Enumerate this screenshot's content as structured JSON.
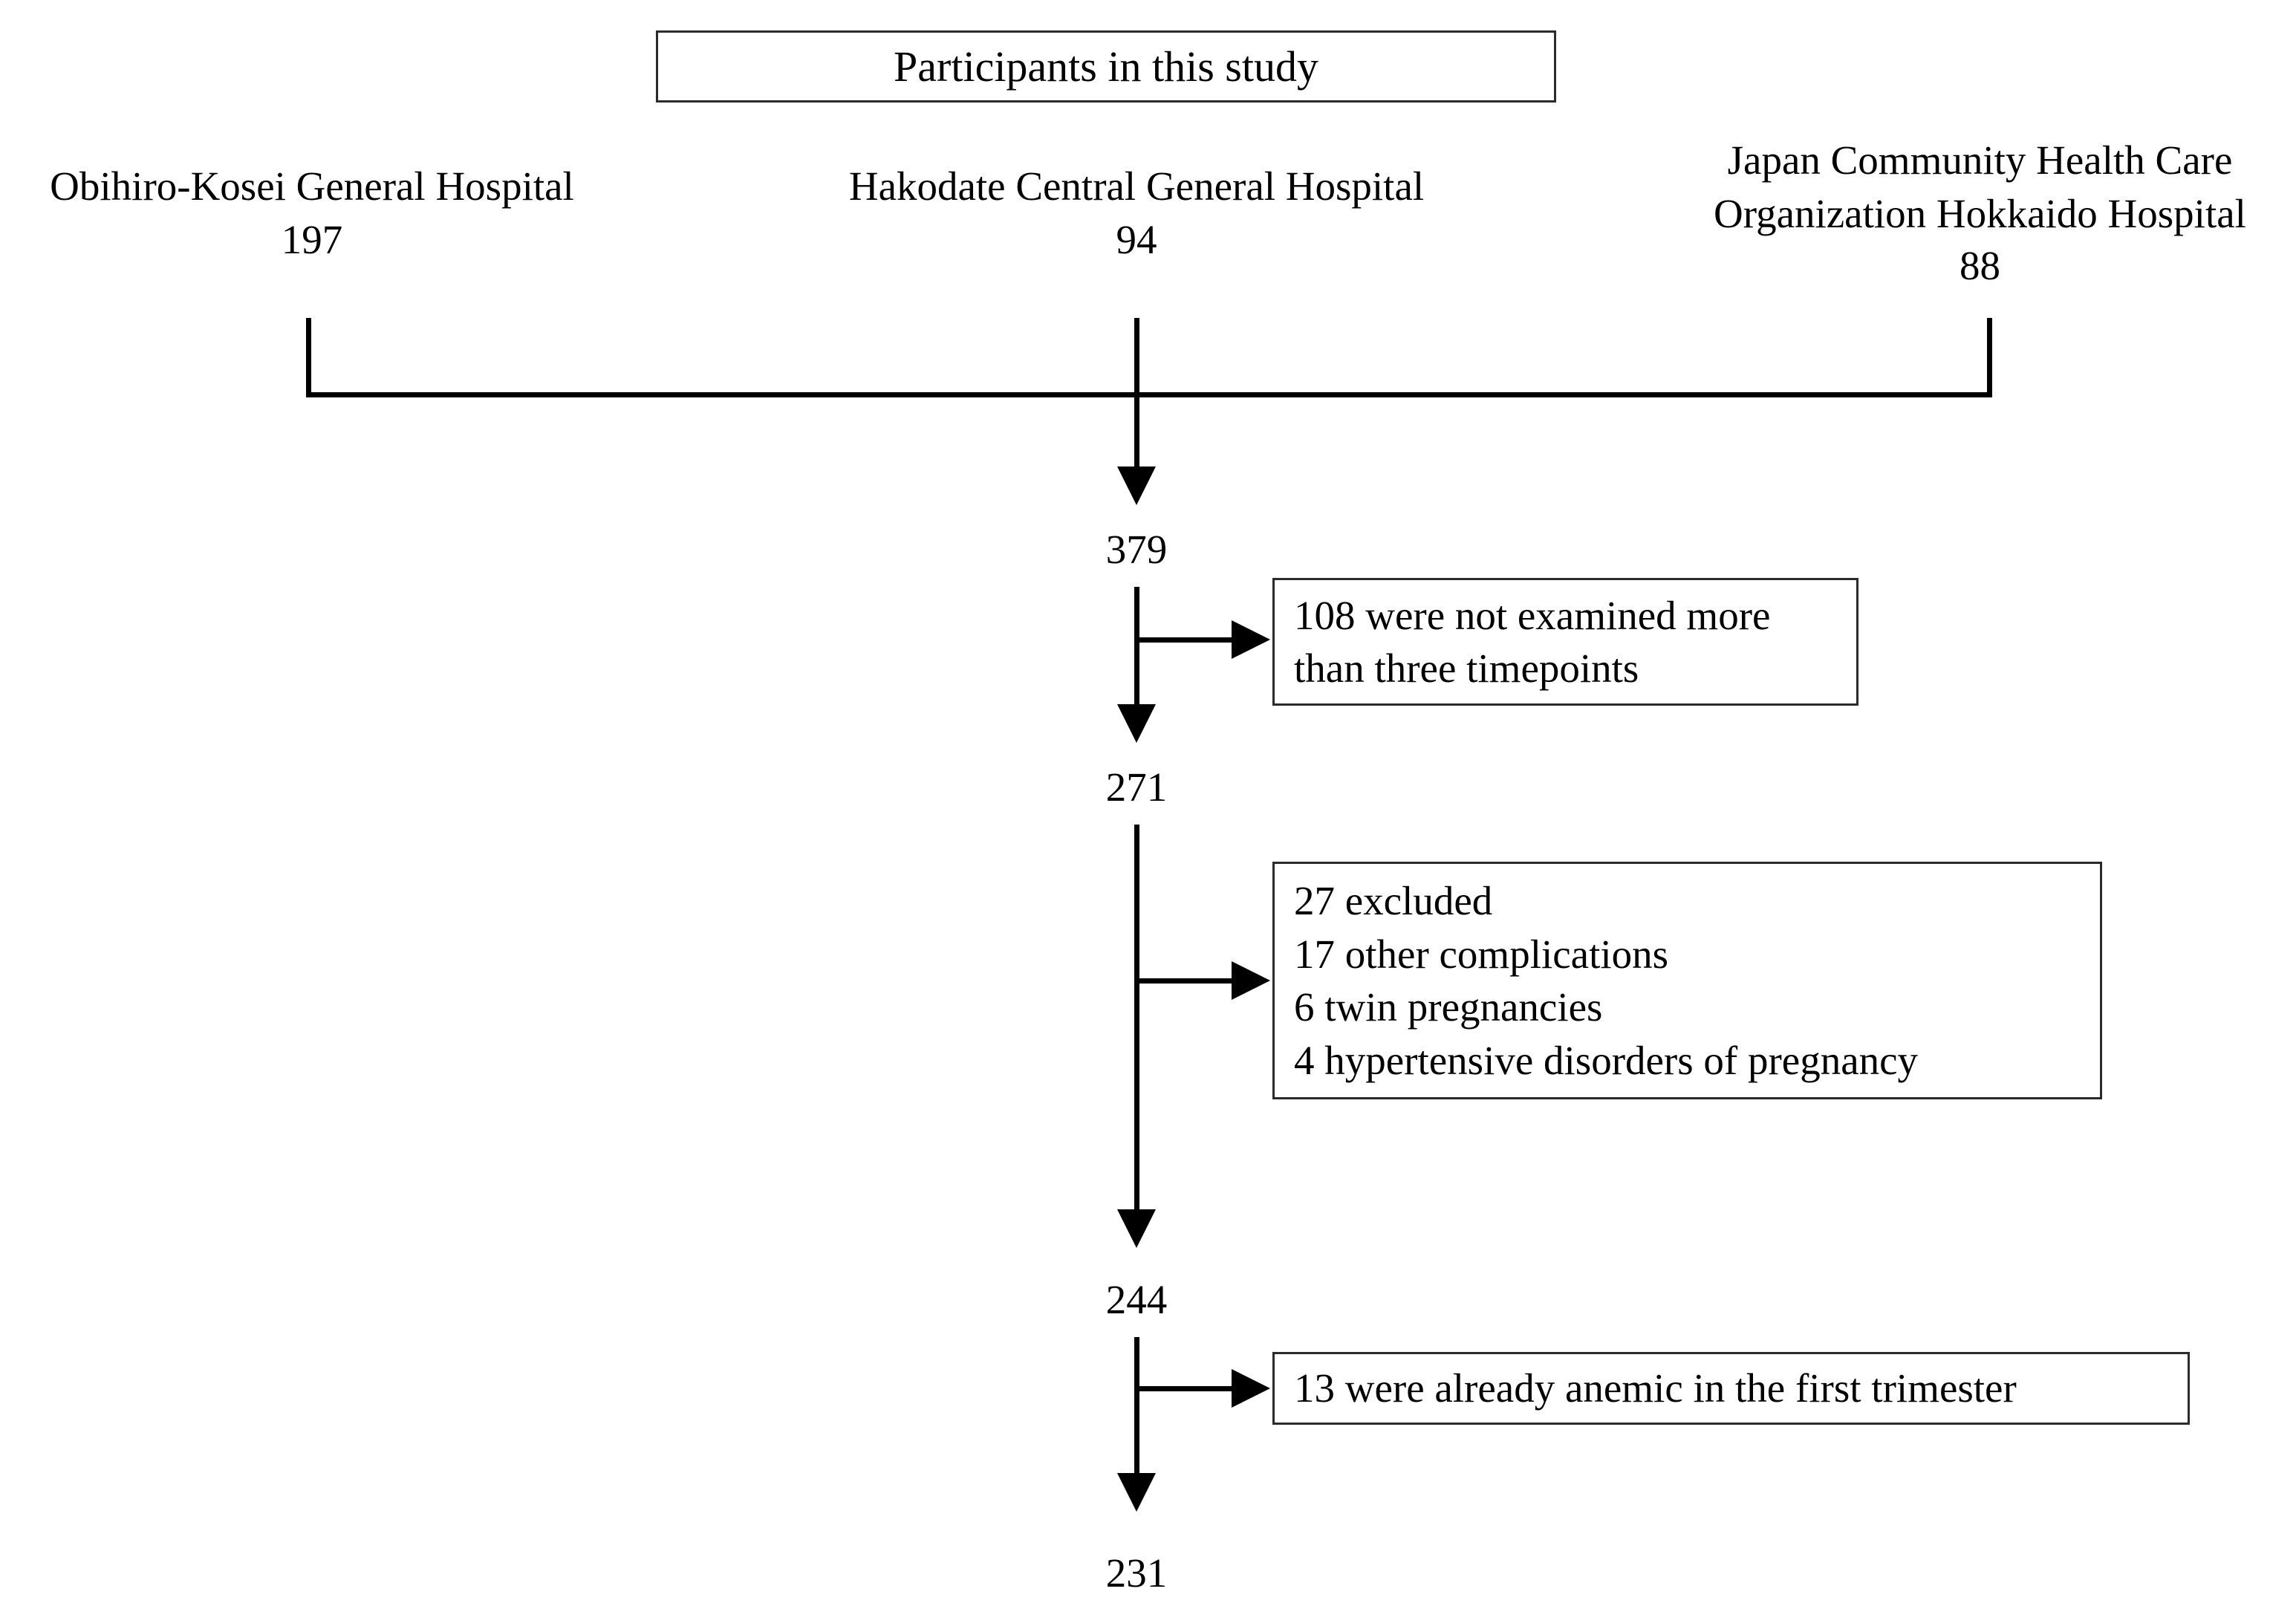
{
  "diagram": {
    "type": "flowchart",
    "title_box": {
      "label": "Participants in this study"
    },
    "sources": [
      {
        "name": "Obihiro-Kosei General Hospital",
        "count": "197"
      },
      {
        "name": "Hakodate Central General Hospital",
        "count": "94"
      },
      {
        "name": "Japan Community Health Care\nOrganization Hokkaido Hospital",
        "count": "88"
      }
    ],
    "flow_counts": {
      "merged_total": "379",
      "after_timepoint_exclusion": "271",
      "after_complication_exclusion": "244",
      "final_cohort": "231"
    },
    "exclusions": [
      {
        "id": "exclusion-timepoints",
        "text": "108 were not examined more\nthan three timepoints"
      },
      {
        "id": "exclusion-complications",
        "text": "27 excluded\n   17 other complications\n   6 twin pregnancies\n   4 hypertensive disorders of pregnancy"
      },
      {
        "id": "exclusion-anemia",
        "text": "13 were already anemic in the first trimester"
      }
    ],
    "colors": {
      "line": "#000000",
      "box_border": "#2b2b2b",
      "background": "#ffffff",
      "text": "#000000"
    }
  }
}
